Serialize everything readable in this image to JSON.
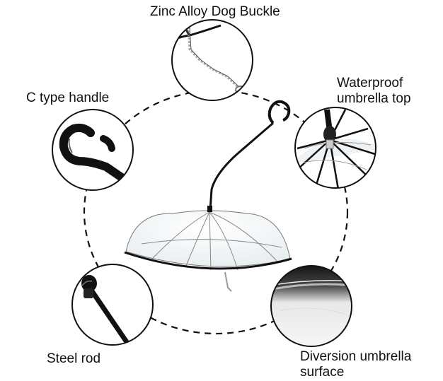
{
  "labels": {
    "buckle": "Zinc Alloy Dog Buckle",
    "handle": "C type handle",
    "top_line1": "Waterproof",
    "top_line2": "umbrella top",
    "rod": "Steel rod",
    "surface_line1": "Diversion umbrella",
    "surface_line2": "surface"
  }
}
